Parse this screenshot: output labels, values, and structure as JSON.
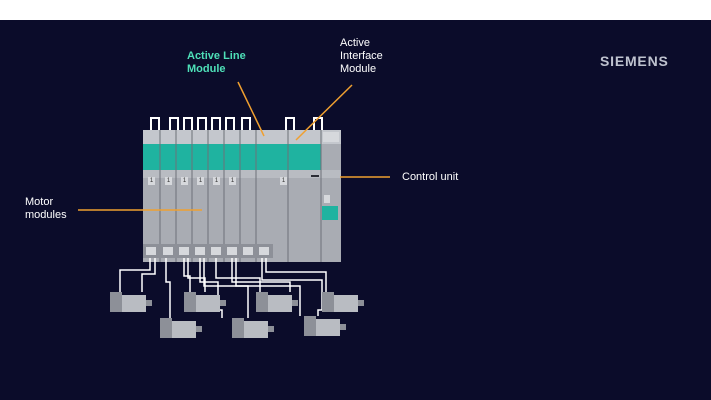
{
  "brand": {
    "logo_text": "SIEMENS"
  },
  "labels": {
    "active_line_module": "Active Line\nModule",
    "active_interface_module": "Active\nInterface\nModule",
    "control_unit": "Control unit",
    "motor_modules": "Motor\nmodules"
  },
  "module_badges": [
    "1",
    "1",
    "1",
    "1",
    "1",
    "1",
    "1"
  ],
  "colors": {
    "background": "#0b0c2a",
    "accent_teal": "#1fb3a0",
    "highlight_label": "#4ee0b8",
    "callout_line": "#f0a030",
    "module_body": "#a9acb3"
  }
}
